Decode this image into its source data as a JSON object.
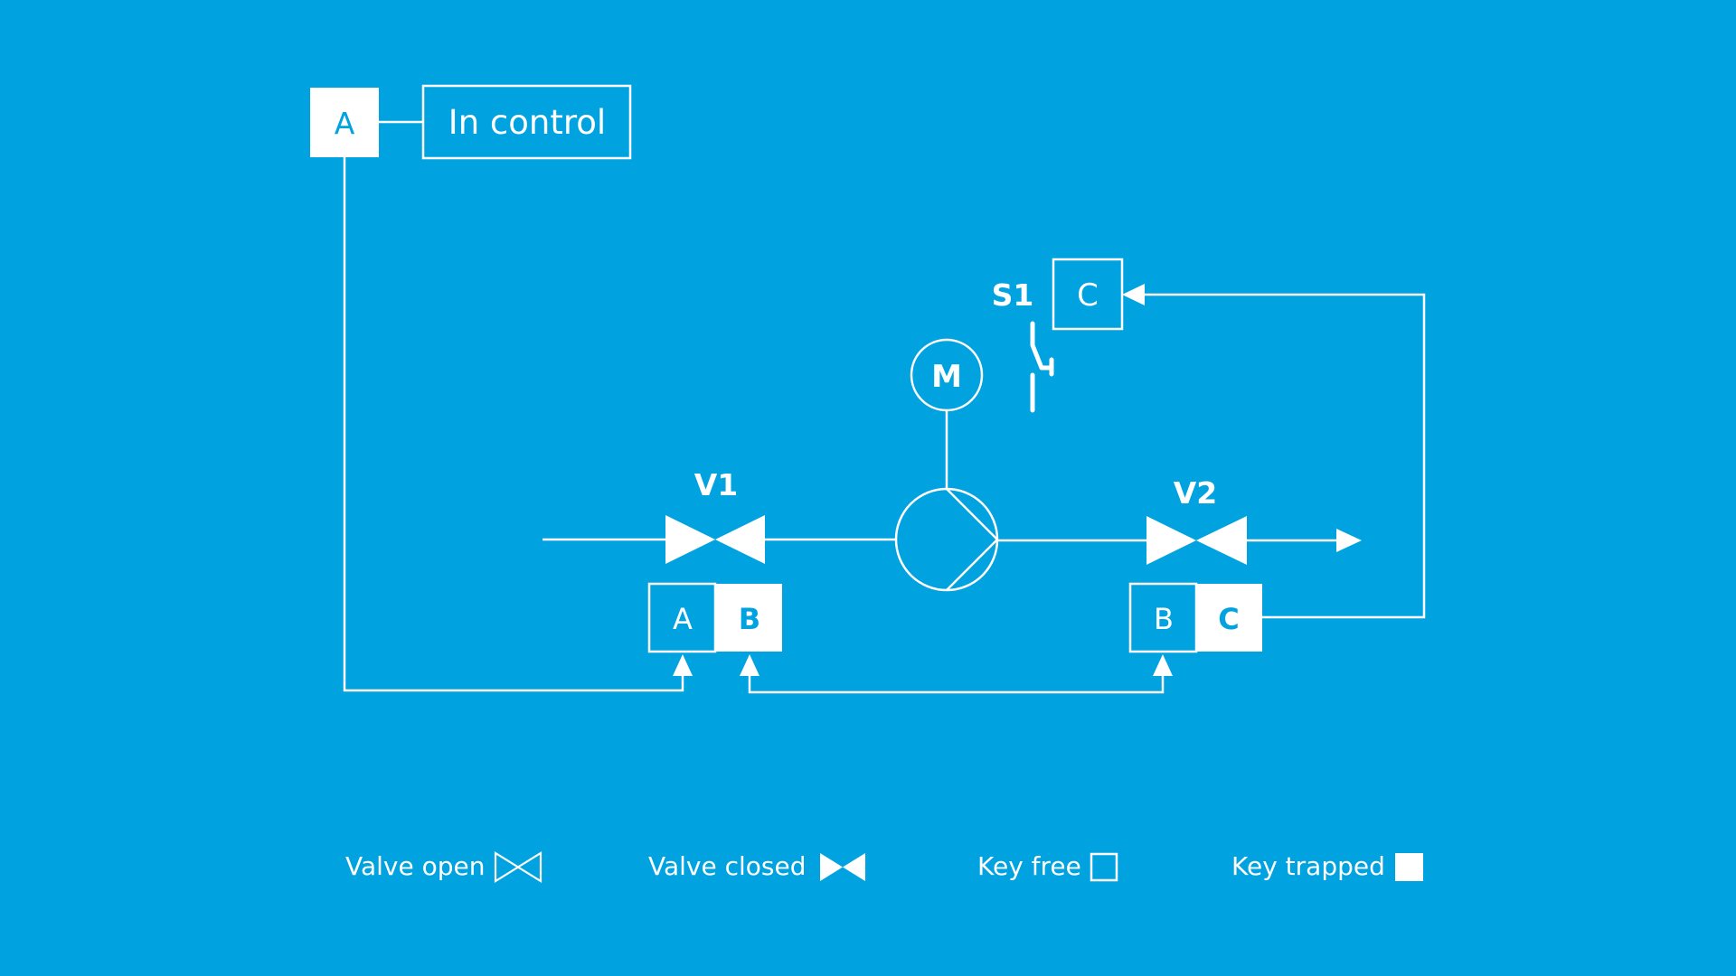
{
  "colors": {
    "background": "#00a3e0",
    "line": "#ffffff"
  },
  "diagram": {
    "key_a_top": "A",
    "control_label": "In control",
    "switch_label": "S1",
    "switch_key": "C",
    "motor_label": "M",
    "valve1_label": "V1",
    "valve2_label": "V2",
    "valve1_keys": [
      "A",
      "B"
    ],
    "valve2_keys": [
      "B",
      "C"
    ]
  },
  "legend": [
    {
      "label": "Valve open",
      "icon": "valve-open-icon"
    },
    {
      "label": "Valve closed",
      "icon": "valve-closed-icon"
    },
    {
      "label": "Key free",
      "icon": "key-free-icon"
    },
    {
      "label": "Key trapped",
      "icon": "key-trapped-icon"
    }
  ]
}
